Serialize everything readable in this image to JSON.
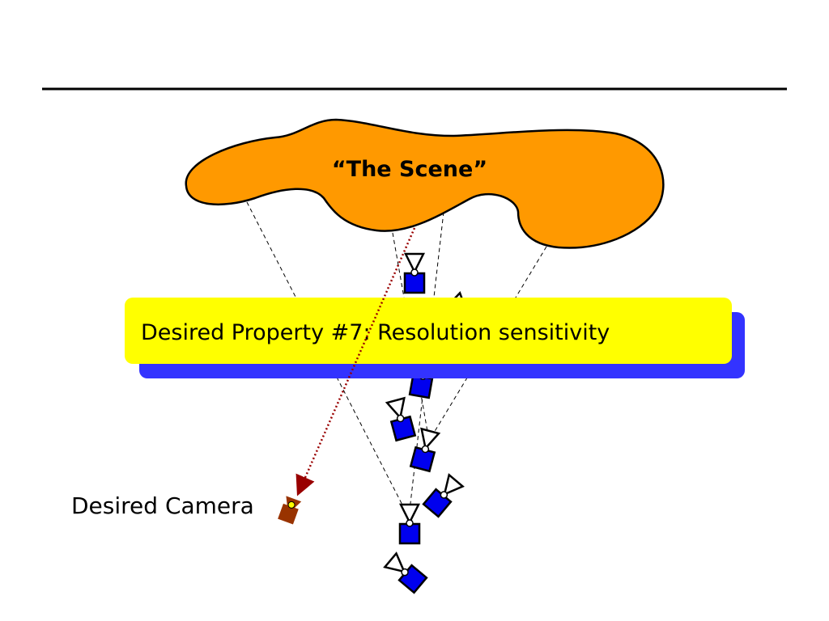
{
  "scene": {
    "label": "“The Scene”",
    "color": "#FF9900"
  },
  "callout": {
    "text": "Desired Property #7:  Resolution sensitivity",
    "fill_color": "#FFFF00",
    "shadow_color": "#3333FF"
  },
  "desired_camera": {
    "label": "Desired Camera",
    "color": "#993300",
    "lens_color": "#FFFF00"
  },
  "input_cameras": {
    "color": "#0000EE",
    "count": 13
  },
  "ray_color": "#990000"
}
